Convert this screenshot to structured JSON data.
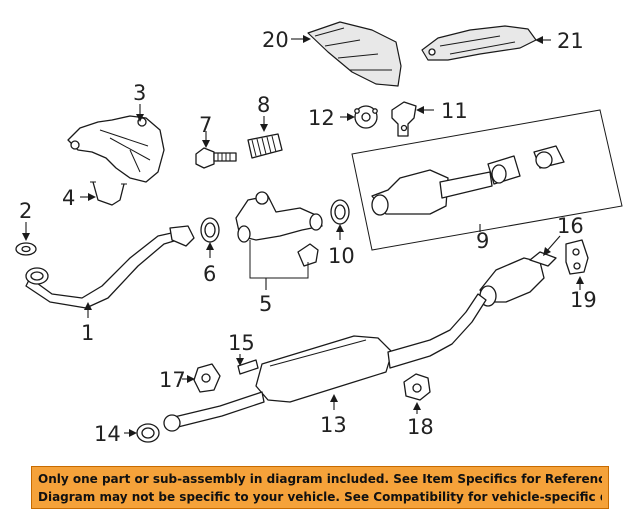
{
  "callouts": {
    "c1": "1",
    "c2": "2",
    "c3": "3",
    "c4": "4",
    "c5": "5",
    "c6": "6",
    "c7": "7",
    "c8": "8",
    "c9": "9",
    "c10": "10",
    "c11": "11",
    "c12": "12",
    "c13": "13",
    "c14": "14",
    "c15": "15",
    "c16": "16",
    "c17": "17",
    "c18": "18",
    "c19": "19",
    "c20": "20",
    "c21": "21"
  },
  "footer": {
    "line1": "Only one part or sub-assembly in diagram included. See Item Specifics for Reference #.",
    "line2": "Diagram may not be specific to your vehicle. See Compatibility for vehicle-specific diagrams."
  },
  "colors": {
    "banner": "#f5a23a",
    "line": "#1a1a1a"
  }
}
